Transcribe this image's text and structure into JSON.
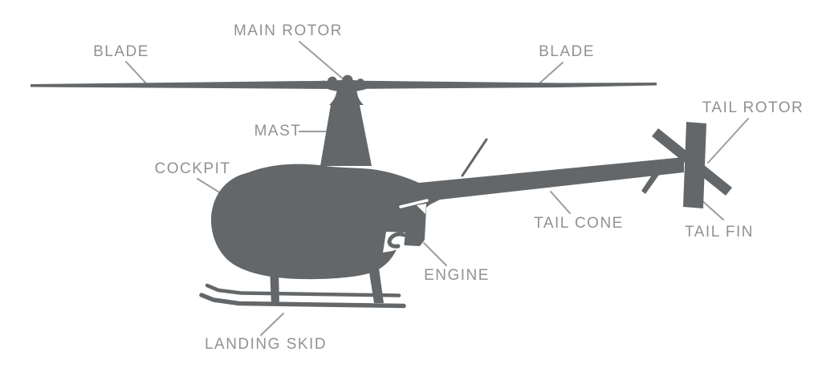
{
  "diagram": {
    "subject": "Helicopter side-view silhouette with labeled parts"
  },
  "colors": {
    "silhouette": "#646769",
    "label_text": "#8f9294",
    "leader_line": "#9a9da0",
    "background": "#ffffff"
  },
  "labels": {
    "main_rotor": {
      "text": "MAIN ROTOR"
    },
    "blade_left": {
      "text": "BLADE"
    },
    "blade_right": {
      "text": "BLADE"
    },
    "mast": {
      "text": "MAST"
    },
    "cockpit": {
      "text": "COCKPIT"
    },
    "engine": {
      "text": "ENGINE"
    },
    "tail_cone": {
      "text": "TAIL CONE"
    },
    "tail_rotor": {
      "text": "TAIL ROTOR"
    },
    "tail_fin": {
      "text": "TAIL FIN"
    },
    "landing_skid": {
      "text": "LANDING SKID"
    }
  }
}
